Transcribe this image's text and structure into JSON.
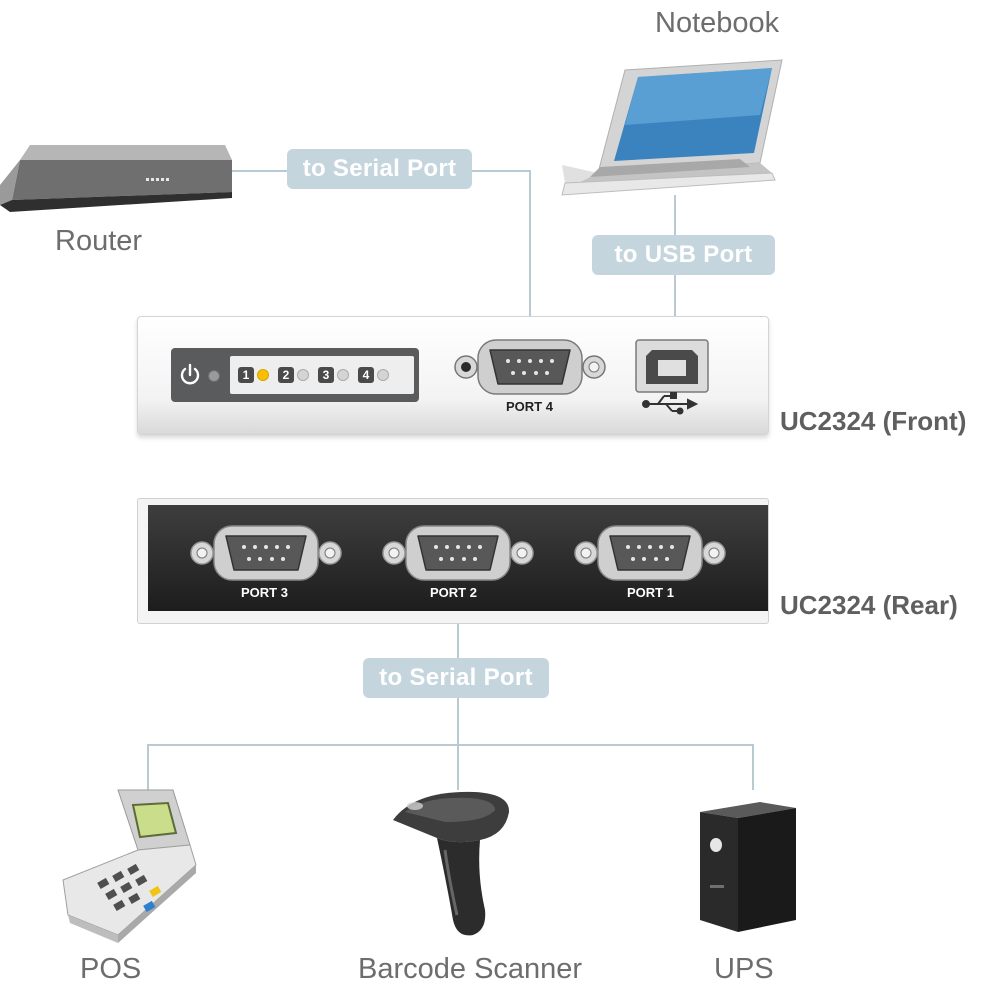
{
  "devices": {
    "notebook": "Notebook",
    "router": "Router",
    "pos": "POS",
    "barcode_scanner": "Barcode Scanner",
    "ups": "UPS"
  },
  "connections": {
    "router_link": "to Serial Port",
    "notebook_link": "to USB Port",
    "rear_link": "to Serial Port"
  },
  "front_panel": {
    "model_label": "UC2324 (Front)",
    "port_label": "PORT 4",
    "led_numbers": [
      "1",
      "2",
      "3",
      "4"
    ]
  },
  "rear_panel": {
    "model_label": "UC2324 (Rear)",
    "ports": [
      "PORT 3",
      "PORT 2",
      "PORT 1"
    ]
  },
  "colors": {
    "connector_line": "#b9cad3",
    "label_pill": "#c5d5de",
    "active_led": "#f7c000"
  }
}
